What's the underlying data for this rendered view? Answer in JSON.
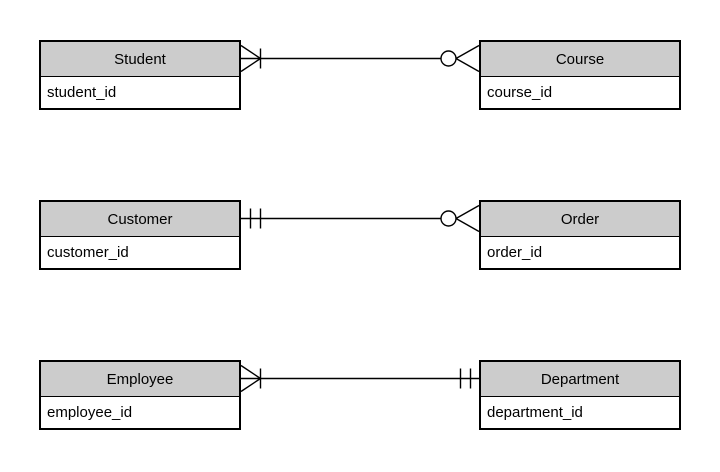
{
  "diagram": {
    "type": "entity-relationship",
    "notation": "crows-foot",
    "colors": {
      "entity_header_fill": "#cccccc",
      "entity_body_fill": "#ffffff",
      "border": "#000000",
      "line": "#000000",
      "background": "#ffffff"
    },
    "entities": [
      {
        "name": "Student",
        "attributes": [
          "student_id"
        ]
      },
      {
        "name": "Course",
        "attributes": [
          "course_id"
        ]
      },
      {
        "name": "Customer",
        "attributes": [
          "customer_id"
        ]
      },
      {
        "name": "Order",
        "attributes": [
          "order_id"
        ]
      },
      {
        "name": "Employee",
        "attributes": [
          "employee_id"
        ]
      },
      {
        "name": "Department",
        "attributes": [
          "department_id"
        ]
      }
    ],
    "relationships": [
      {
        "from": "Student",
        "to": "Course",
        "from_cardinality": "one or many",
        "to_cardinality": "zero or many",
        "from_symbol": "crows-foot with bar",
        "to_symbol": "circle with crows-foot"
      },
      {
        "from": "Customer",
        "to": "Order",
        "from_cardinality": "one and only one",
        "to_cardinality": "zero or many",
        "from_symbol": "double bar",
        "to_symbol": "circle with crows-foot"
      },
      {
        "from": "Employee",
        "to": "Department",
        "from_cardinality": "one or many",
        "to_cardinality": "one and only one",
        "from_symbol": "crows-foot with bar",
        "to_symbol": "double bar"
      }
    ]
  }
}
